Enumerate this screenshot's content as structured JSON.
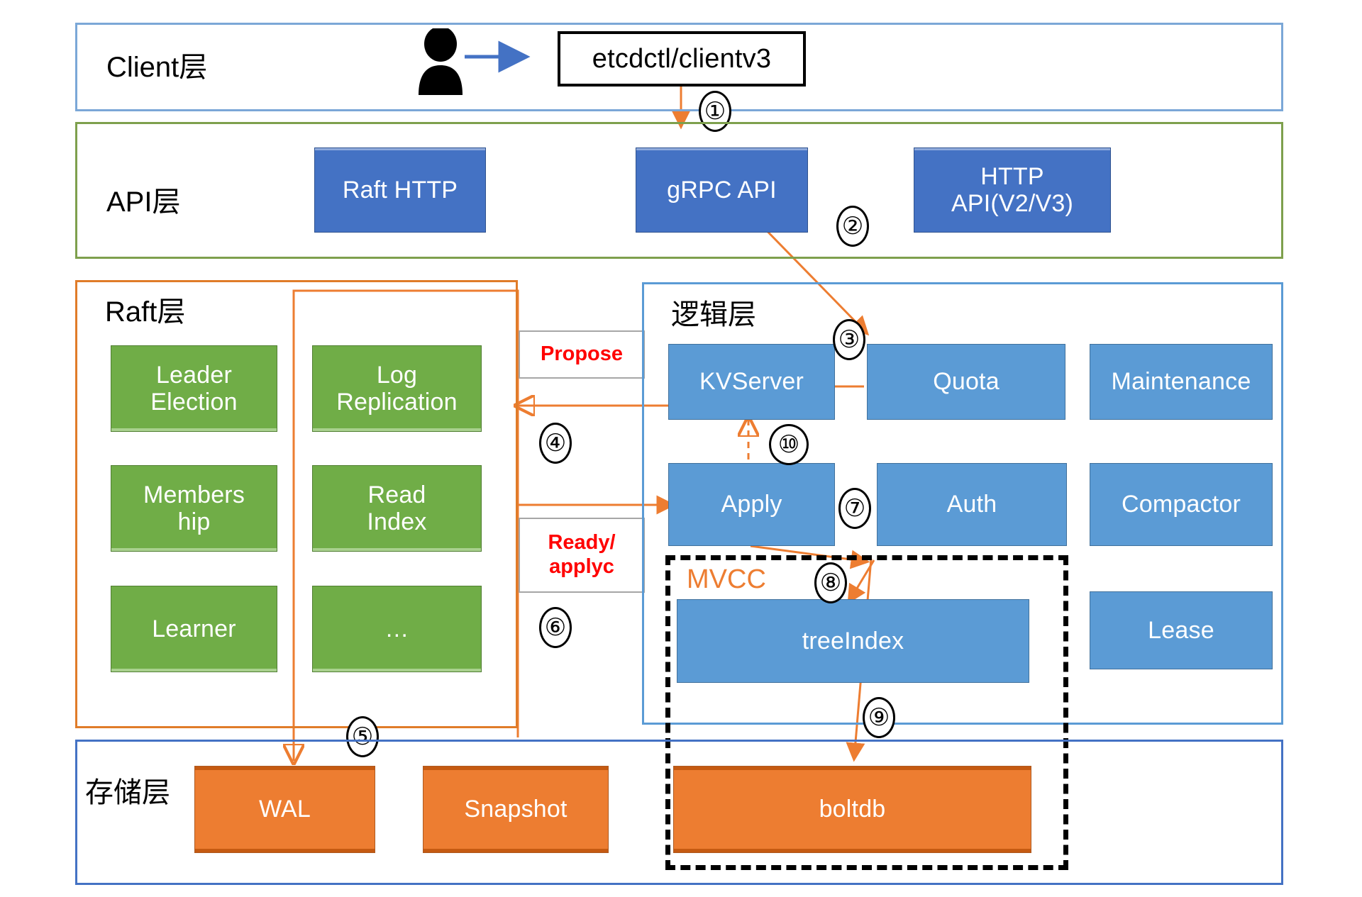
{
  "diagram": {
    "title": "etcd architecture layered diagram",
    "layers": [
      {
        "id": "client",
        "label": "Client层",
        "border_color": "#7BA7D7"
      },
      {
        "id": "api",
        "label": "API层",
        "border_color": "#7EA04D"
      },
      {
        "id": "raft",
        "label": "Raft层",
        "border_color": "#E07C29"
      },
      {
        "id": "logic",
        "label": "逻辑层",
        "border_color": "#5B9BD5"
      },
      {
        "id": "storage",
        "label": "存储层",
        "border_color": "#4472C4"
      }
    ]
  },
  "client_layer": {
    "label": "Client层",
    "person_icon": "user-icon",
    "arrow_icon": "arrow-right-icon",
    "client_box": "etcdctl/clientv3"
  },
  "api_layer": {
    "label": "API层",
    "nodes": [
      {
        "label": "Raft HTTP"
      },
      {
        "label": "gRPC API"
      },
      {
        "label": "HTTP\nAPI(V2/V3)",
        "line1": "HTTP",
        "line2": "API(V2/V3)"
      }
    ]
  },
  "raft_layer": {
    "label": "Raft层",
    "nodes": [
      {
        "line1": "Leader",
        "line2": "Election"
      },
      {
        "line1": "Log",
        "line2": "Replication"
      },
      {
        "line1": "Members",
        "line2": "hip"
      },
      {
        "line1": "Read",
        "line2": "Index"
      },
      {
        "line1": "Learner",
        "line2": ""
      },
      {
        "line1": "…",
        "line2": ""
      }
    ]
  },
  "logic_layer": {
    "label": "逻辑层",
    "nodes": [
      {
        "label": "KVServer"
      },
      {
        "label": "Quota"
      },
      {
        "label": "Maintenance"
      },
      {
        "label": "Apply"
      },
      {
        "label": "Auth"
      },
      {
        "label": "Compactor"
      },
      {
        "label": "treeIndex"
      },
      {
        "label": "Lease"
      }
    ],
    "mvcc_label": "MVCC"
  },
  "storage_layer": {
    "label": "存储层",
    "nodes": [
      {
        "label": "WAL"
      },
      {
        "label": "Snapshot"
      },
      {
        "label": "boltdb"
      }
    ]
  },
  "callouts": [
    {
      "id": "propose",
      "line1": "Propose",
      "line2": ""
    },
    {
      "id": "ready",
      "line1": "Ready/",
      "line2": "applyc"
    }
  ],
  "steps": [
    {
      "n": "①",
      "from": "etcdctl/clientv3",
      "to": "gRPC API"
    },
    {
      "n": "②",
      "from": "gRPC API",
      "to": "Quota"
    },
    {
      "n": "③",
      "from": "Quota",
      "to": "KVServer"
    },
    {
      "n": "④",
      "from": "KVServer",
      "to": "Raft层"
    },
    {
      "n": "⑤",
      "from": "Raft层",
      "to": "WAL"
    },
    {
      "n": "⑥",
      "from": "Raft层",
      "to": "Apply"
    },
    {
      "n": "⑦",
      "from": "Apply",
      "to": "MVCC"
    },
    {
      "n": "⑧",
      "from": "MVCC",
      "to": "treeIndex"
    },
    {
      "n": "⑨",
      "from": "MVCC",
      "to": "boltdb"
    },
    {
      "n": "⑩",
      "from": "Apply",
      "to": "KVServer"
    }
  ],
  "colors": {
    "api_node": "#4472C4",
    "raft_node": "#70AD47",
    "logic_node": "#5B9BD5",
    "storage_node": "#ED7D31",
    "arrow": "#ED7D31",
    "client_arrow": "#4472C4",
    "callout_text": "#FF0000",
    "mvcc_text": "#ED7D31"
  }
}
